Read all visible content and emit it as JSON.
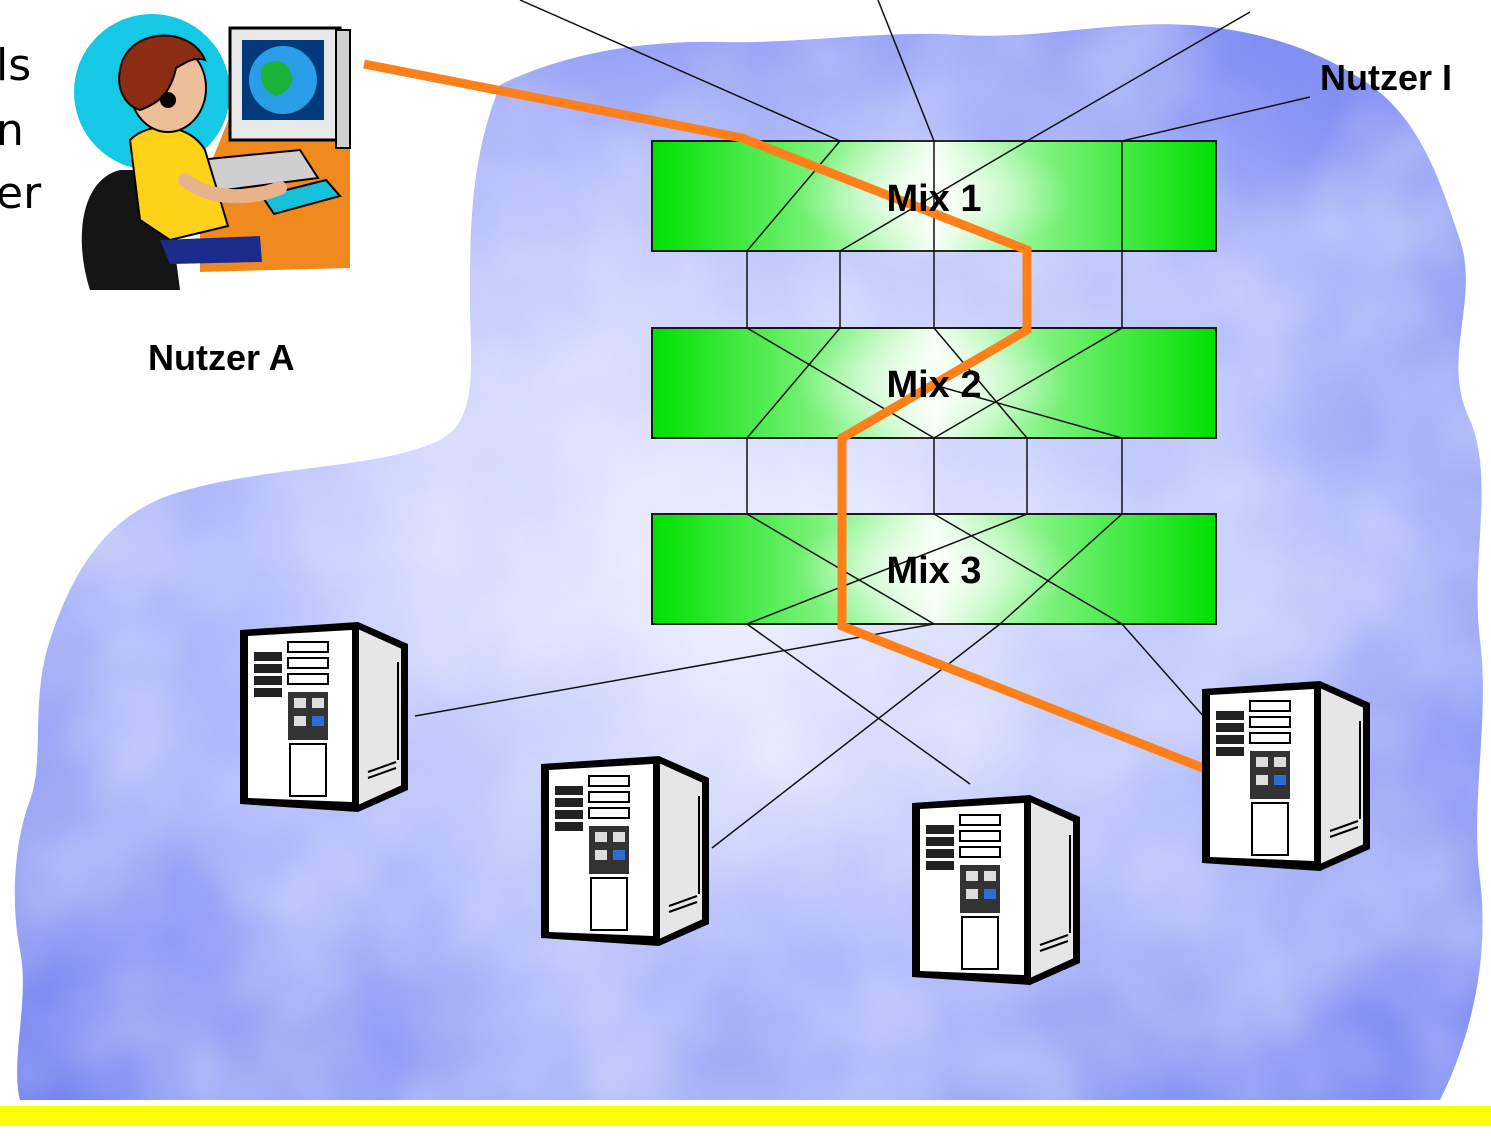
{
  "left_text_fragments": [
    "ls",
    "n",
    "er"
  ],
  "labels": {
    "user_a": "Nutzer A",
    "user_b": "Nutzer I"
  },
  "mixes": [
    "Mix 1",
    "Mix 2",
    "Mix 3"
  ],
  "colors": {
    "cloud": "#6f7ff0",
    "mix_green": "#00e000",
    "path": "#ff7f1a",
    "bottom_bar": "#ffff00"
  },
  "icons": [
    "user-at-computer-icon",
    "server-tower-icon"
  ]
}
